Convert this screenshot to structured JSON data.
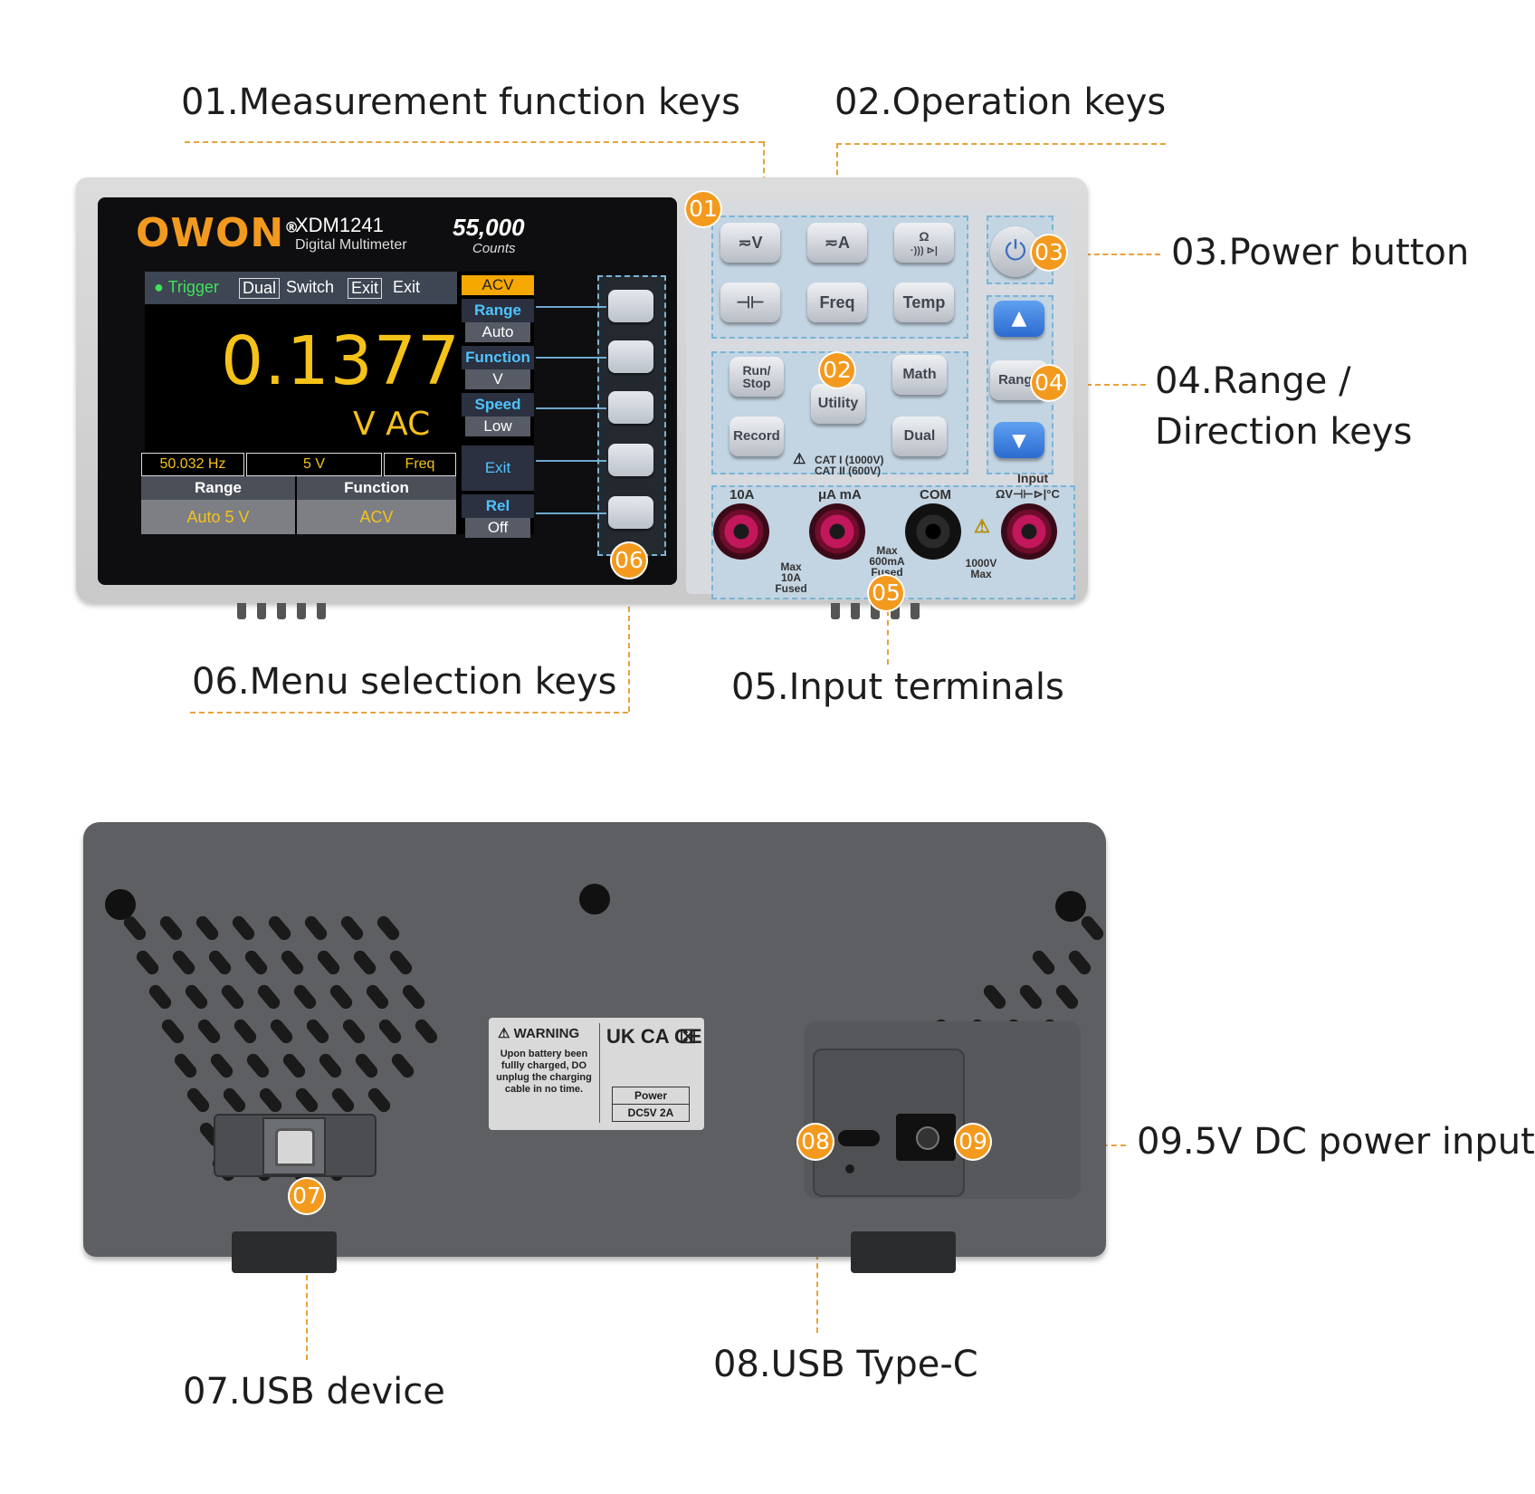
{
  "callouts": {
    "c01": "01.Measurement function keys",
    "c02": "02.Operation keys",
    "c03": "03.Power button",
    "c04a": "04.Range /",
    "c04b": "Direction keys",
    "c05": "05.Input terminals",
    "c06": "06.Menu selection keys",
    "c07": "07.USB device",
    "c08": "08.USB Type-C",
    "c09": "09.5V DC power input"
  },
  "badges": [
    "01",
    "02",
    "03",
    "04",
    "05",
    "06",
    "07",
    "08",
    "09"
  ],
  "brand": {
    "logo": "OWON",
    "registered": "®",
    "model": "XDM1241",
    "type": "Digital Multimeter",
    "counts": "55,000",
    "counts_label": "Counts"
  },
  "screen": {
    "trigger": "Trigger",
    "dual": "Dual",
    "switch": "Switch",
    "exit_box": "Exit",
    "exit": "Exit",
    "reading": "0.1377",
    "unit": "V AC",
    "freq_value": "50.032 Hz",
    "range_value": "5 V",
    "freq_label": "Freq",
    "range_head": "Range",
    "function_head": "Function",
    "range_setting": "Auto 5 V",
    "function_setting": "ACV"
  },
  "menu": {
    "mode": "ACV",
    "items": [
      {
        "title": "Range",
        "value": "Auto"
      },
      {
        "title": "Function",
        "value": "V"
      },
      {
        "title": "Speed",
        "value": "Low"
      },
      {
        "title": "Exit",
        "value": ""
      },
      {
        "title": "Rel",
        "value": "Off"
      }
    ]
  },
  "function_keys": [
    "≂V",
    "≂A",
    "Ω",
    "⊣⊢",
    "Freq",
    "Temp"
  ],
  "ohm_sub": "·))) ⊳|",
  "operation_keys": {
    "run_stop": "Run/ Stop",
    "utility": "Utility",
    "math": "Math",
    "record": "Record",
    "dual": "Dual"
  },
  "range_key": "Range",
  "arrows": {
    "up": "▲",
    "down": "▼"
  },
  "power_symbol": "⏻",
  "cat": {
    "line1": "CAT I (1000V)",
    "line2": "CAT II (600V)"
  },
  "terminals": {
    "a10": "10A",
    "ua_ma": "μA mA",
    "com": "COM",
    "input": "Input",
    "input_sym": "ΩV⊣⊢⊳|°C",
    "max10": "Max 10A Fused",
    "max600": "Max 600mA Fused",
    "max1000": "1000V Max"
  },
  "warning": {
    "title": "WARNING",
    "text": "Upon battery been fullly charged, DO unplug the charging cable in no time.",
    "marks": "UK CA  CE",
    "power_label": "Power",
    "power_value": "DC5V 2A"
  }
}
